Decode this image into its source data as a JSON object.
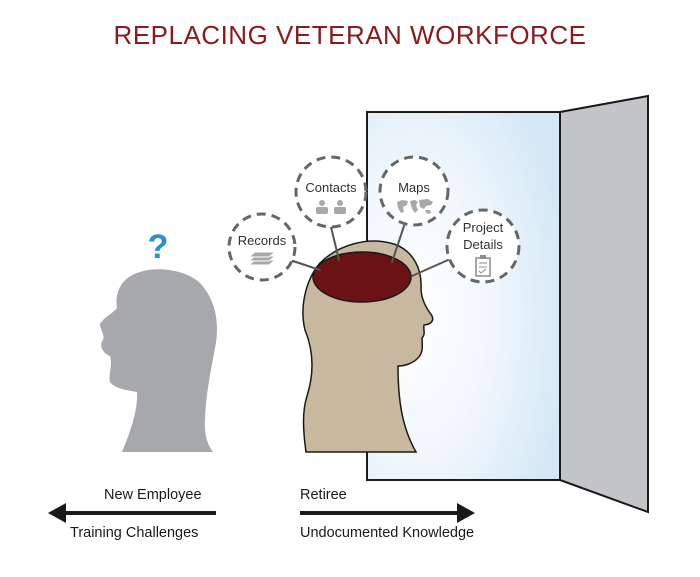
{
  "title": "REPLACING VETERAN WORKFORCE",
  "question_mark": "?",
  "bubbles": {
    "records": "Records",
    "contacts": "Contacts",
    "maps": "Maps",
    "project_line1": "Project",
    "project_line2": "Details"
  },
  "left_arrow": {
    "top_label": "New Employee",
    "bottom_label": "Training Challenges"
  },
  "right_arrow": {
    "top_label": "Retiree",
    "bottom_label": "Undocumented Knowledge"
  },
  "colors": {
    "title": "#8b1a1d",
    "brain": "#6b1215",
    "retiree_head": "#c8b89f",
    "new_employee_head": "#a6a8ab",
    "question_mark": "#2a8fd0",
    "door": "#c4c5c8",
    "bubble_stroke": "#666666"
  },
  "icons": [
    "records-icon",
    "contacts-icon",
    "world-map-icon",
    "clipboard-icon"
  ]
}
